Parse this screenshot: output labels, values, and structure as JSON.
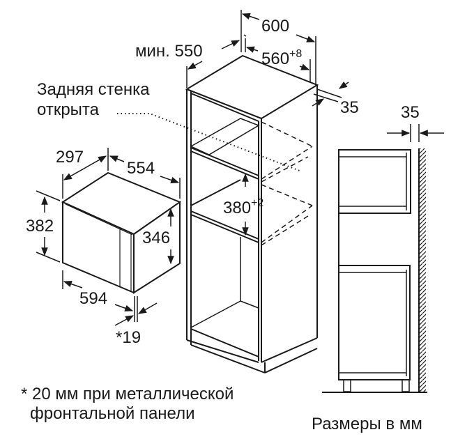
{
  "diagram": {
    "title": "Microwave built-in installation dimensions",
    "labels": {
      "cabinet_width": "600",
      "min_depth": "мин. 550",
      "niche_width": "560",
      "niche_width_tolerance": "+8",
      "rear_gap": "35",
      "rear_wall_open_line1": "Задняя стенка",
      "rear_wall_open_line2": "открыта",
      "device_depth": "297",
      "device_width": "554",
      "device_height": "382",
      "device_body_height": "346",
      "device_front_width": "594",
      "front_offset": "*19",
      "niche_height": "380",
      "niche_height_tolerance": "+2",
      "side_gap": "35"
    },
    "footnote": {
      "line1": "* 20 мм при металлической",
      "line2": "фронтальной панели"
    },
    "units_note": "Размеры в мм"
  },
  "colors": {
    "line": "#1a1a1a",
    "background": "#ffffff"
  }
}
